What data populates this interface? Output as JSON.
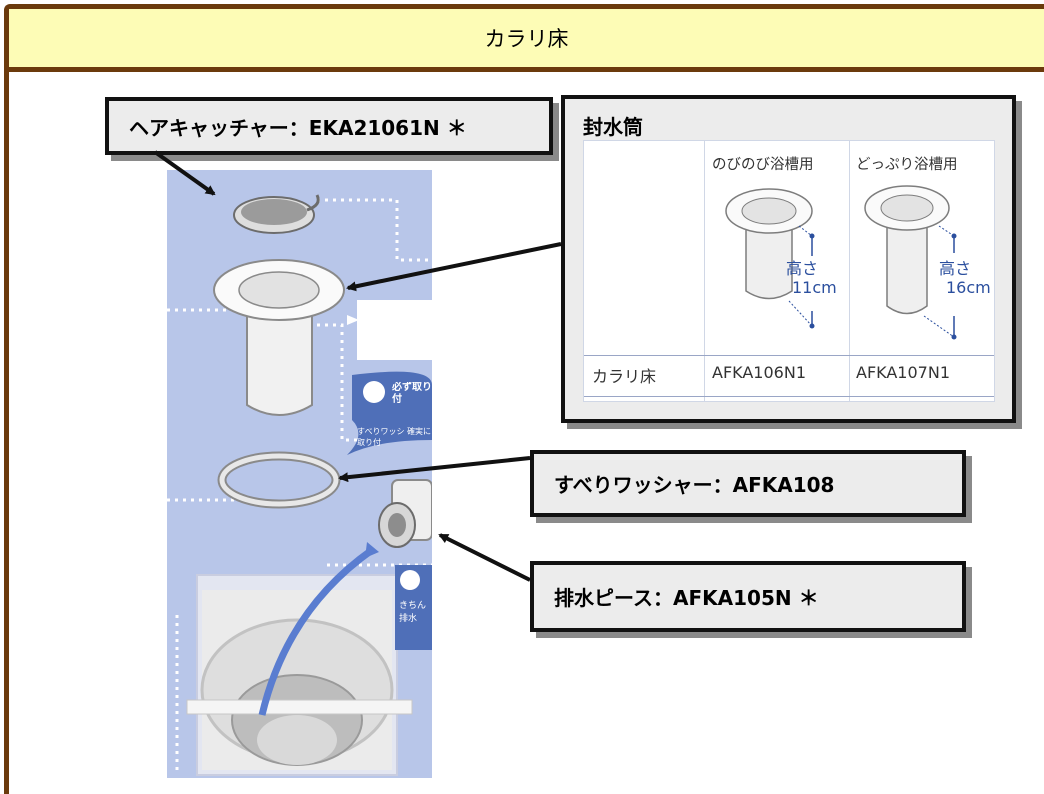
{
  "header": {
    "title": "カラリ床"
  },
  "labels": {
    "hair_catcher": "ヘアキャッチャー：EKA21061N ＊",
    "washer": "すべりワッシャー：AFKA108",
    "drain_piece": "排水ピース：AFKA105N ＊"
  },
  "seal": {
    "title": "封水筒",
    "columns": [
      "のびのび浴槽用",
      "どっぷり浴槽用"
    ],
    "heights": [
      {
        "label": "高さ",
        "value": "11cm"
      },
      {
        "label": "高さ",
        "value": "16cm"
      }
    ],
    "row_label": "カラリ床",
    "codes": [
      "AFKA106N1",
      "AFKA107N1"
    ]
  },
  "photo": {
    "callout_1": "必ず取り付",
    "callout_1_sub": "すべりワッシ 確実に取り付",
    "callout_2": "きちん 排水",
    "colors": {
      "background": "#b8c6e9",
      "part": "#f4f4f4",
      "outline": "#7d7d7d"
    }
  },
  "colors": {
    "frame": "#6b3a0c",
    "title_bg": "#fdfcb6",
    "label_bg": "#ececec",
    "dim_text": "#2b4f9e"
  }
}
